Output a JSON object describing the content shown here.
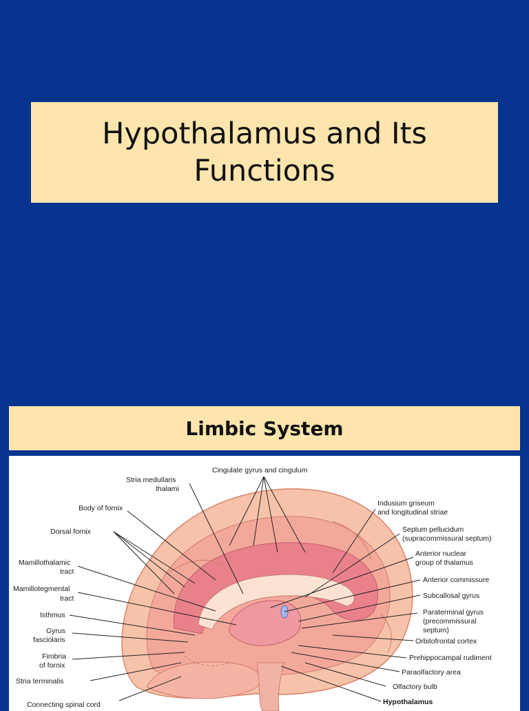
{
  "slide1": {
    "title": "Hypothalamus and Its Functions"
  },
  "slide2": {
    "heading": "Limbic System",
    "figure": {
      "labels": {
        "cingulate": "Cingulate gyrus and cingulum",
        "stria_medullaris_1": "Stria medullaris",
        "stria_medullaris_2": "thalami",
        "body_fornix": "Body of fornix",
        "dorsal_fornix": "Dorsal fornix",
        "mamillothalamic_1": "Mamillothalamic",
        "mamillothalamic_2": "tract",
        "mamillotegmental_1": "Mamillotegmental",
        "mamillotegmental_2": "tract",
        "isthmus": "Isthmus",
        "gyrus_fasc_1": "Gyrus",
        "gyrus_fasc_2": "fasciolaris",
        "fimbria_1": "Fimbria",
        "fimbria_2": "of fornix",
        "stria_terminalis": "Stria terminalis",
        "connecting": "Connecting spinal cord",
        "indusium_1": "Indusium griseum",
        "indusium_2": "and longitudinal striae",
        "septum_pell_1": "Septum pellucidum",
        "septum_pell_2": "(supracommissural septum)",
        "anterior_nuclear_1": "Anterior nuclear",
        "anterior_nuclear_2": "group of thalamus",
        "anterior_commissure": "Anterior commissure",
        "subcallosal": "Subcallosal gyrus",
        "paraterminal_1": "Paraterminal gyrus",
        "paraterminal_2": "(precommissural",
        "paraterminal_3": "septum)",
        "orbitofrontal": "Orbitofrontal cortex",
        "prehippocampal": "Prehippocampal rudiment",
        "paraolfactory": "Paraolfactory area",
        "olfactory_bulb": "Olfactory bulb",
        "hypothalamus": "Hypothalamus"
      }
    }
  }
}
